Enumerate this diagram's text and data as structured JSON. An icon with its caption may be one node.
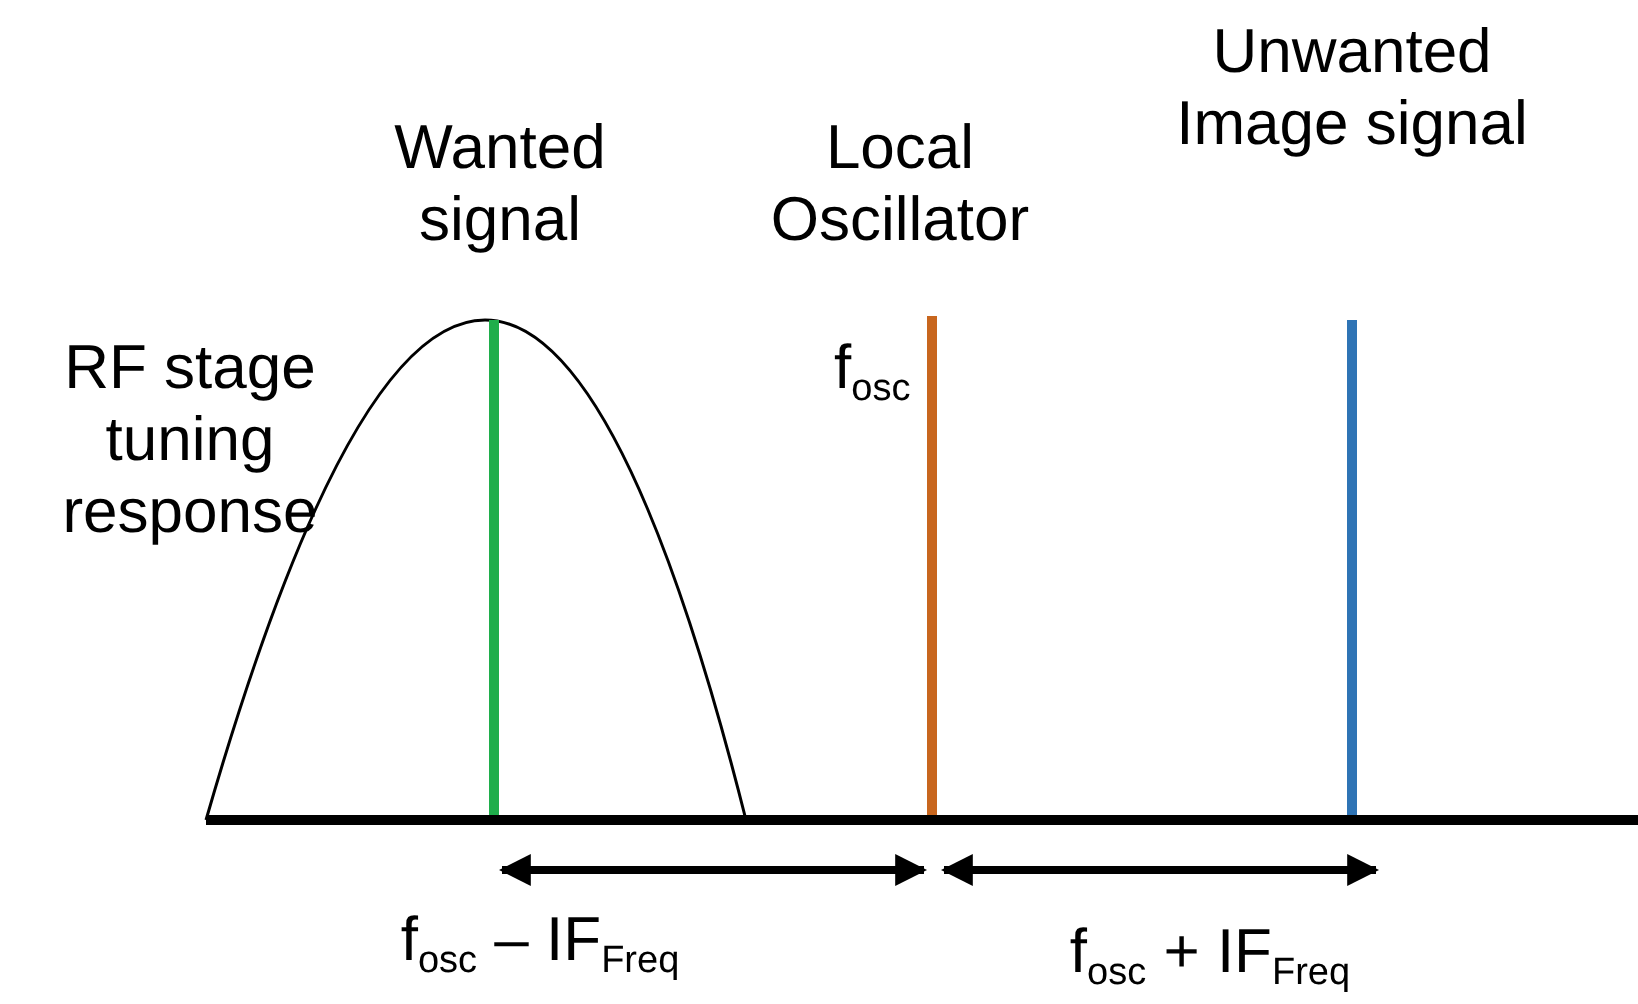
{
  "diagram": {
    "labels": [
      "Unwanted Image signal",
      "Wanted signal",
      "Local Oscillator",
      "f$_{osc}$",
      "RF stage tuning response",
      "f$_{osc}$ – IF$_{Freq}$",
      "f$_{osc}$ + IF$_{Freq}$"
    ]
  }
}
